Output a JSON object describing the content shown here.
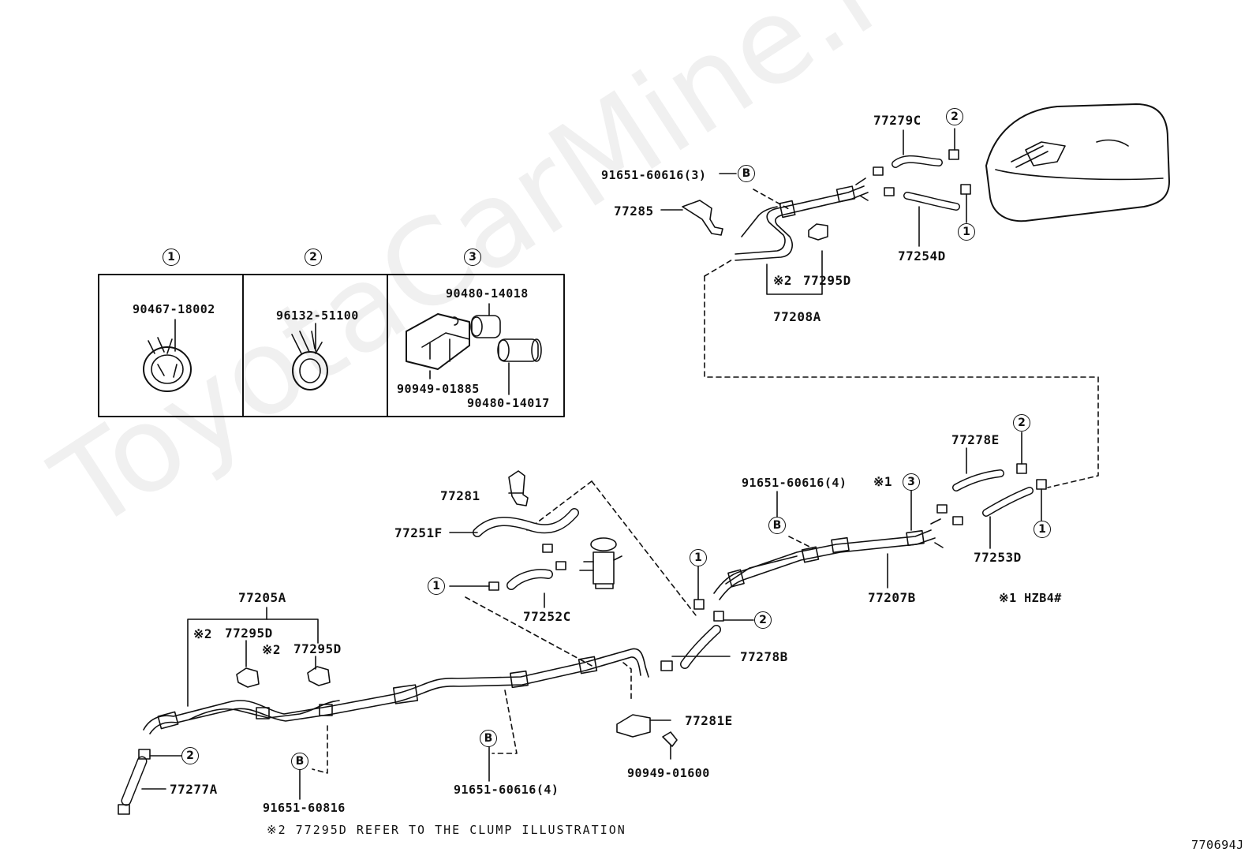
{
  "watermark": "ToyotaCarMine.ru",
  "figure_id": "770694J",
  "footnote": "※2 77295D REFER TO THE CLUMP ILLUSTRATION",
  "variant_note": "※1 HZB4#",
  "legend": {
    "panel1": {
      "marker": "1",
      "part": "90467-18002"
    },
    "panel2": {
      "marker": "2",
      "part": "96132-51100"
    },
    "panel3": {
      "marker": "3",
      "parts": [
        "90480-14018",
        "90949-01885",
        "90480-14017"
      ]
    }
  },
  "markers": {
    "one": "1",
    "two": "2",
    "three": "3",
    "b": "B",
    "ref1": "※1",
    "ref2": "※2"
  },
  "parts": {
    "p77279C": "77279C",
    "p91651_3": "91651-60616(3)",
    "p77285": "77285",
    "p77254D": "77254D",
    "p77295D": "77295D",
    "p77208A": "77208A",
    "p77278E": "77278E",
    "p91651_4a": "91651-60616(4)",
    "p77207B": "77207B",
    "p77253D": "77253D",
    "p77281": "77281",
    "p77251F": "77251F",
    "p77252C": "77252C",
    "p77205A": "77205A",
    "p77278B": "77278B",
    "p77281E": "77281E",
    "p90949_01600": "90949-01600",
    "p91651_4b": "91651-60616(4)",
    "p91651_60816": "91651-60816",
    "p77277A": "77277A"
  }
}
